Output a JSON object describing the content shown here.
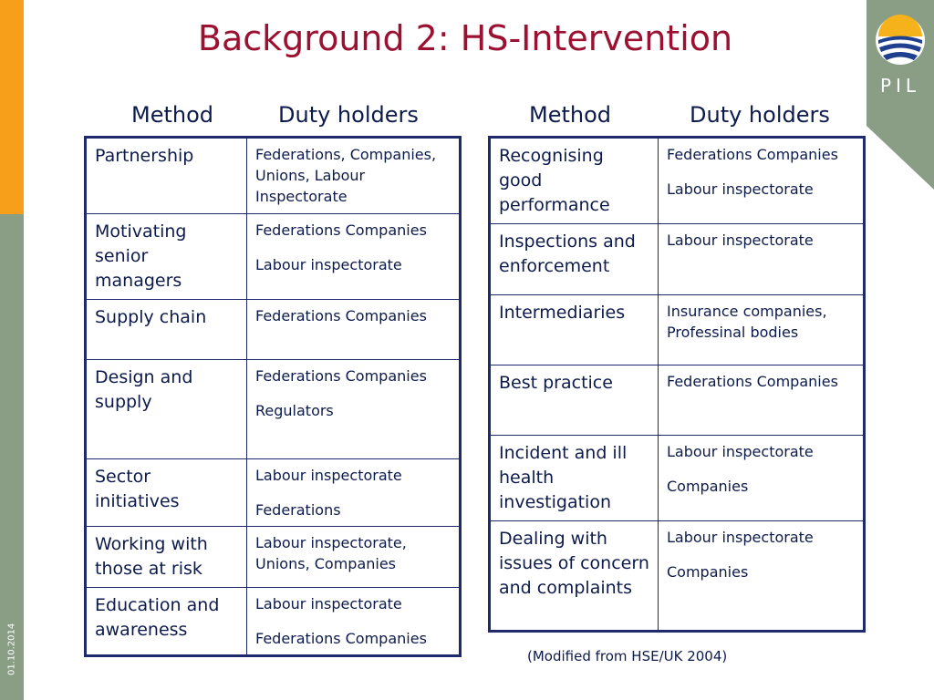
{
  "slide": {
    "title": "Background 2: HS-Intervention",
    "date": "01.10.2014",
    "logo_text": "PIL",
    "footnote": "(Modified from HSE/UK 2004)",
    "colors": {
      "title": "#9c1131",
      "text": "#0d1b4c",
      "border": "#1f2a6d",
      "orange": "#f79e1b",
      "sidebar_green": "#8a9e86"
    }
  },
  "left_table": {
    "headers": [
      "Method",
      "Duty holders"
    ],
    "rows": [
      {
        "method": "Partnership",
        "duty": [
          "Federations, Companies, Unions, Labour Inspectorate"
        ]
      },
      {
        "method": "Motivating senior managers",
        "duty": [
          "Federations Companies",
          "Labour inspectorate"
        ]
      },
      {
        "method": "Supply chain",
        "duty": [
          "Federations Companies"
        ]
      },
      {
        "method": "Design and supply",
        "duty": [
          "Federations Companies",
          "Regulators"
        ]
      },
      {
        "method": "Sector initiatives",
        "duty": [
          "Labour inspectorate",
          "Federations"
        ]
      },
      {
        "method": "Working with those at risk",
        "duty": [
          "Labour inspectorate, Unions, Companies"
        ]
      },
      {
        "method": "Education and awareness",
        "duty": [
          "Labour inspectorate",
          "Federations Companies"
        ]
      }
    ]
  },
  "right_table": {
    "headers": [
      "Method",
      "Duty holders"
    ],
    "rows": [
      {
        "method": "Recognising good performance",
        "duty": [
          "Federations Companies",
          "Labour inspectorate"
        ]
      },
      {
        "method": "Inspections and enforcement",
        "duty": [
          "Labour inspectorate"
        ]
      },
      {
        "method": "Intermediaries",
        "duty": [
          "Insurance companies, Professinal bodies"
        ]
      },
      {
        "method": "Best practice",
        "duty": [
          "Federations Companies"
        ]
      },
      {
        "method": "Incident and ill health investigation",
        "duty": [
          "Labour inspectorate",
          "Companies"
        ]
      },
      {
        "method": "Dealing with issues of concern and complaints",
        "duty": [
          "Labour inspectorate",
          "Companies"
        ]
      }
    ]
  }
}
